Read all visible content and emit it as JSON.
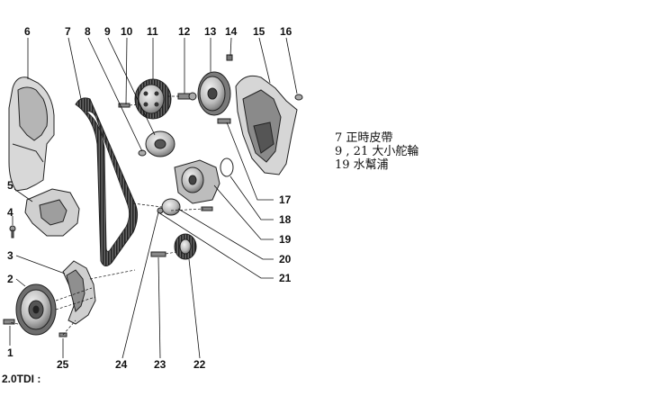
{
  "callouts": [
    {
      "id": "1",
      "label": "1"
    },
    {
      "id": "2",
      "label": "2"
    },
    {
      "id": "3",
      "label": "3"
    },
    {
      "id": "4",
      "label": "4"
    },
    {
      "id": "5",
      "label": "5"
    },
    {
      "id": "6",
      "label": "6"
    },
    {
      "id": "7",
      "label": "7"
    },
    {
      "id": "8",
      "label": "8"
    },
    {
      "id": "9",
      "label": "9"
    },
    {
      "id": "10",
      "label": "10"
    },
    {
      "id": "11",
      "label": "11"
    },
    {
      "id": "12",
      "label": "12"
    },
    {
      "id": "13",
      "label": "13"
    },
    {
      "id": "14",
      "label": "14"
    },
    {
      "id": "15",
      "label": "15"
    },
    {
      "id": "16",
      "label": "16"
    },
    {
      "id": "17",
      "label": "17"
    },
    {
      "id": "18",
      "label": "18"
    },
    {
      "id": "19",
      "label": "19"
    },
    {
      "id": "20",
      "label": "20"
    },
    {
      "id": "21",
      "label": "21"
    },
    {
      "id": "22",
      "label": "22"
    },
    {
      "id": "23",
      "label": "23"
    },
    {
      "id": "24",
      "label": "24"
    },
    {
      "id": "25",
      "label": "25"
    }
  ],
  "legend": [
    "7 正時皮帶",
    "9 , 21 大小舵輪",
    "19 水幫浦"
  ],
  "caption": "2.0TDI :"
}
